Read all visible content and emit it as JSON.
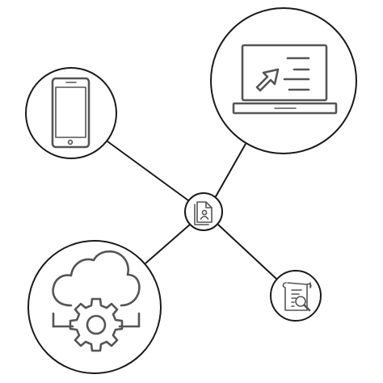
{
  "diagram": {
    "type": "hub-and-spoke",
    "hub": {
      "icon": "document-user-icon"
    },
    "nodes": [
      {
        "id": "mobile",
        "icon": "smartphone-icon"
      },
      {
        "id": "laptop",
        "icon": "laptop-share-icon"
      },
      {
        "id": "cloud",
        "icon": "cloud-gear-icon"
      },
      {
        "id": "report",
        "icon": "document-search-icon"
      }
    ],
    "colors": {
      "line": "#1a1a1a",
      "icon": "#555555",
      "background": "#ffffff"
    }
  }
}
